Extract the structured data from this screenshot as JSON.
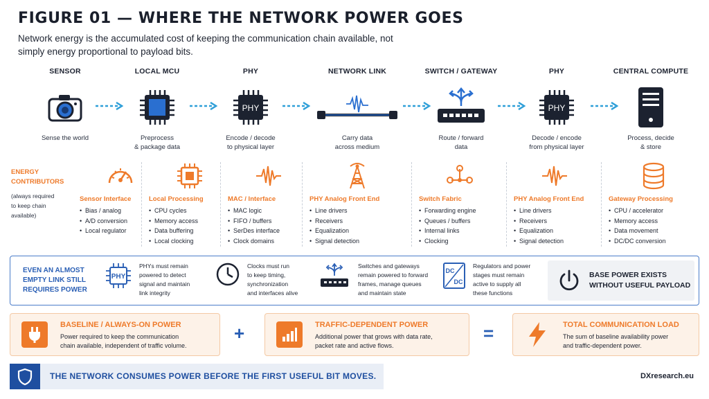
{
  "title": "FIGURE 01 — WHERE THE NETWORK POWER GOES",
  "subtitle": "Network energy is the accumulated cost of keeping the communication chain available, not simply energy proportional to payload bits.",
  "chain": [
    {
      "name": "SENSOR",
      "icon": "camera-icon",
      "caption": "Sense the world"
    },
    {
      "name": "LOCAL MCU",
      "icon": "chip-icon",
      "caption": "Preprocess\n& package data"
    },
    {
      "name": "PHY",
      "icon": "phy-chip-icon",
      "chip_label": "PHY",
      "caption": "Encode / decode\nto physical layer"
    },
    {
      "name": "NETWORK LINK",
      "icon": "cable-icon",
      "caption": "Carry data\nacross medium"
    },
    {
      "name": "SWITCH / GATEWAY",
      "icon": "switch-icon",
      "caption": "Route / forward\ndata"
    },
    {
      "name": "PHY",
      "icon": "phy-chip-icon",
      "chip_label": "PHY",
      "caption": "Decode / encode\nfrom physical layer"
    },
    {
      "name": "CENTRAL COMPUTE",
      "icon": "server-icon",
      "caption": "Process, decide\n& store"
    }
  ],
  "contributors_label": "ENERGY CONTRIBUTORS",
  "contributors_note": "(always required\nto keep chain\navailable)",
  "contributors": [
    {
      "title": "Sensor Interface",
      "icon": "gauge-icon",
      "items": [
        "Bias / analog",
        "A/D conversion",
        "Local regulator"
      ]
    },
    {
      "title": "Local Processing",
      "icon": "processor-icon",
      "items": [
        "CPU cycles",
        "Memory access",
        "Data buffering",
        "Local clocking"
      ]
    },
    {
      "title": "MAC / Interface",
      "icon": "waveform-icon",
      "items": [
        "MAC logic",
        "FIFO / buffers",
        "SerDes interface",
        "Clock domains"
      ]
    },
    {
      "title": "PHY Analog Front End",
      "icon": "tower-icon",
      "items": [
        "Line drivers",
        "Receivers",
        "Equalization",
        "Signal detection"
      ]
    },
    {
      "title": "Switch Fabric",
      "icon": "network-node-icon",
      "items": [
        "Forwarding engine",
        "Queues / buffers",
        "Internal links",
        "Clocking"
      ]
    },
    {
      "title": "PHY Analog Front End",
      "icon": "waveform-icon",
      "items": [
        "Line drivers",
        "Receivers",
        "Equalization",
        "Signal detection"
      ]
    },
    {
      "title": "Gateway Processing",
      "icon": "database-icon",
      "items": [
        "CPU / accelerator",
        "Memory access",
        "Data movement",
        "DC/DC conversion"
      ]
    }
  ],
  "band": {
    "heading": "EVEN AN ALMOST EMPTY LINK STILL REQUIRES POWER",
    "items": [
      {
        "icon": "phy-icon",
        "label": "PHY",
        "text": "PHYs must remain\npowered to detect\nsignal and maintain\nlink integrity"
      },
      {
        "icon": "clock-icon",
        "text": "Clocks must run\nto keep timing,\nsynchronization\nand interfaces alive"
      },
      {
        "icon": "switch-icon",
        "text": "Switches and gateways\nremain powered to forward\nframes, manage queues\nand maintain state"
      },
      {
        "icon": "dcdc-icon",
        "label_top": "DC",
        "label_bottom": "DC",
        "text": "Regulators and power\nstages must remain\nactive to supply all\nthese functions"
      }
    ],
    "base": {
      "icon": "power-icon",
      "text": "BASE POWER EXISTS\nWITHOUT USEFUL PAYLOAD"
    }
  },
  "equation": [
    {
      "title": "BASELINE / ALWAYS-ON POWER",
      "icon": "plug-icon",
      "text": "Power required to keep the communication\nchain available, independent of traffic volume."
    },
    {
      "title": "TRAFFIC-DEPENDENT POWER",
      "icon": "bar-chart-icon",
      "text": "Additional power that grows with data rate,\npacket rate and active flows."
    },
    {
      "title": "TOTAL COMMUNICATION LOAD",
      "icon": "lightning-icon",
      "text": "The sum of baseline availability power\nand traffic-dependent power."
    }
  ],
  "operators": {
    "plus": "+",
    "equals": "="
  },
  "footer": {
    "text": "THE NETWORK CONSUMES POWER BEFORE THE FIRST USEFUL BIT MOVES.",
    "icon": "shield-icon"
  },
  "brand": "DXresearch.eu",
  "colors": {
    "accent": "#ee7a2a",
    "blue": "#2a5fb5",
    "arrow": "#2f9fd8",
    "navy": "#1f4fa0",
    "dark": "#1c2230"
  }
}
